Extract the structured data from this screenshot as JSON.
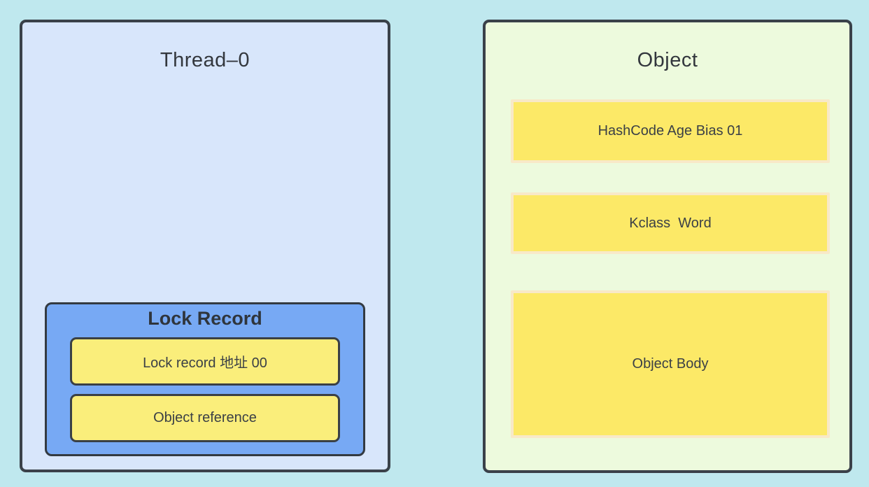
{
  "diagram": {
    "thread": {
      "title": "Thread–0",
      "lock_record": {
        "title": "Lock Record",
        "rows": [
          {
            "label": "Lock record 地址 00"
          },
          {
            "label": "Object reference"
          }
        ]
      }
    },
    "object": {
      "title": "Object",
      "rows": [
        {
          "label": "HashCode Age Bias 01"
        },
        {
          "label": "Kclass  Word"
        },
        {
          "label": "Object Body"
        }
      ]
    },
    "colors": {
      "background": "#bfe8ee",
      "thread_fill": "#d8e6fb",
      "object_fill": "#edfadd",
      "lock_record_fill": "#77a9f4",
      "row_yellow_left": "#faee7b",
      "row_yellow_right": "#fce967",
      "row_yellow_right_border": "#f8e9c8",
      "border_dark": "#3a4149",
      "text": "#363b42"
    }
  }
}
